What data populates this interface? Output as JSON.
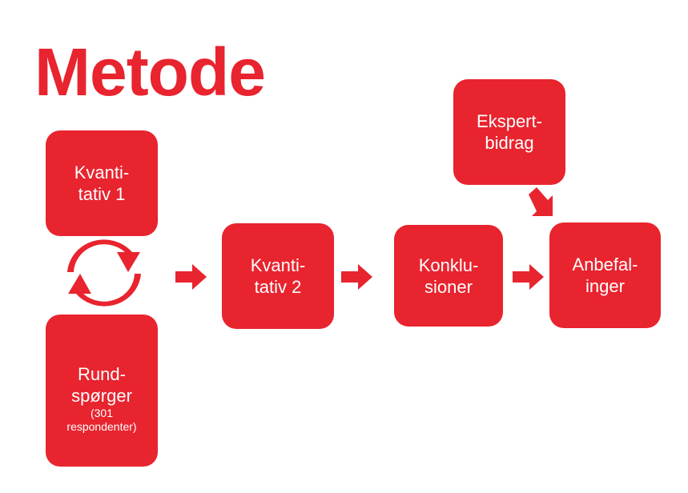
{
  "title": "Metode",
  "nodes": {
    "kvant1": [
      "Kvanti-",
      "tativ 1"
    ],
    "rund": [
      "Rund-",
      "spørger",
      "(301",
      "respondenter)"
    ],
    "kvant2": [
      "Kvanti-",
      "tativ 2"
    ],
    "konk": [
      "Konklu-",
      "sioner"
    ],
    "anbef": [
      "Anbefal-",
      "inger"
    ],
    "ekspert": [
      "Ekspert-",
      "bidrag"
    ]
  },
  "colors": {
    "accent": "#e8242f",
    "dark": "#b81c25"
  }
}
